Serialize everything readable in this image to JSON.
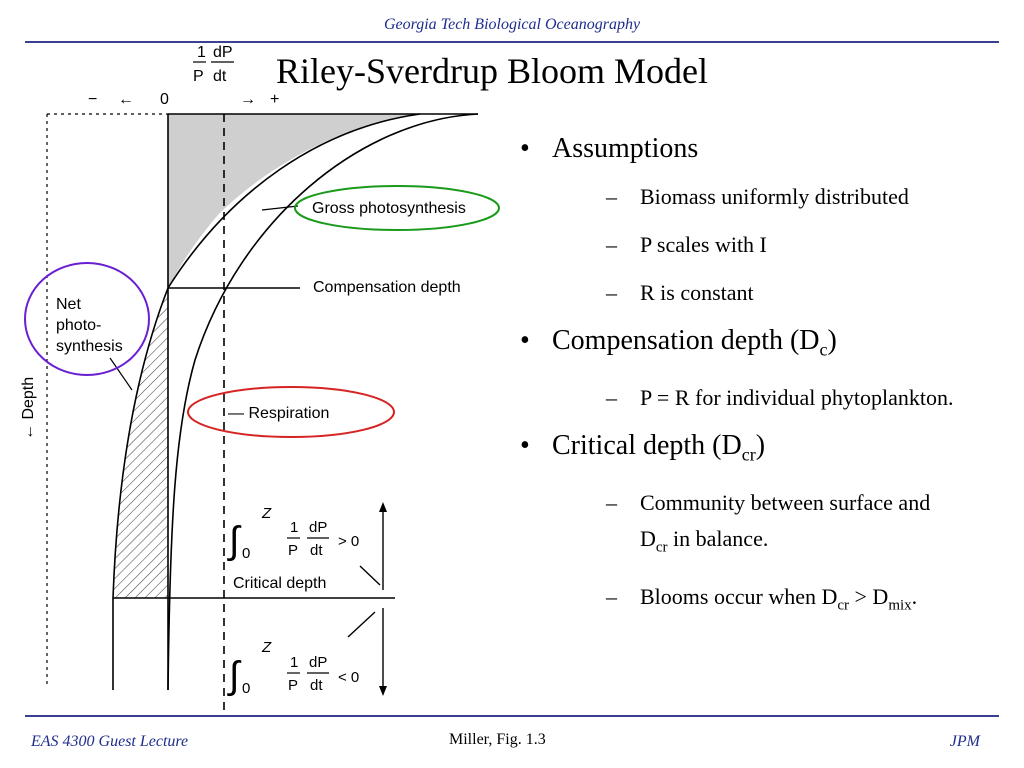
{
  "header": {
    "text": "Georgia Tech Biological Oceanography"
  },
  "title": "Riley-Sverdrup Bloom Model",
  "figure": {
    "rate_fraction_top": "1",
    "rate_fraction_bottom": "P",
    "rate_dP": "dP",
    "rate_dt": "dt",
    "axis_minus": "−",
    "axis_left_arrow": "←",
    "axis_zero": "0",
    "axis_right_arrow": "→",
    "axis_plus": "+",
    "depth_label": "← Depth",
    "gross_label": "Gross photosynthesis",
    "compensation_label": "Compensation depth",
    "net_label_1": "Net",
    "net_label_2": "photo-",
    "net_label_3": "synthesis",
    "respiration_label": "— Respiration",
    "critical_label": "Critical depth",
    "integral_upper": "Z",
    "integral_lower": "0",
    "integral_frac_1": "1",
    "integral_frac_P": "P",
    "integral_dP": "dP",
    "integral_dt": "dt",
    "integral_gt": "> 0",
    "integral_lt": "< 0",
    "colors": {
      "gross_oval": "#1a9a1a",
      "net_oval": "#6a1fd1",
      "resp_oval": "#d62424"
    }
  },
  "bullets": {
    "b1": "Assumptions",
    "b1_s1": "Biomass uniformly distributed",
    "b1_s2": "P scales with I",
    "b1_s3": "R is constant",
    "b2_main": "Compensation depth (D",
    "b2_sub": "c",
    "b2_close": ")",
    "b2_s1": "P = R for individual phytoplankton.",
    "b3_main": "Critical depth (D",
    "b3_sub": "cr",
    "b3_close": ")",
    "b3_s1_line1": "Community between surface and",
    "b3_s1_D": "D",
    "b3_s1_sub": "cr",
    "b3_s1_rest": " in balance.",
    "b3_s2_pre": "Blooms occur when D",
    "b3_s2_sub1": "cr",
    "b3_s2_mid": " > D",
    "b3_s2_sub2": "mix",
    "b3_s2_end": "."
  },
  "footer": {
    "left": "EAS 4300 Guest Lecture",
    "center": "Miller,  Fig. 1.3",
    "right": "JPM"
  }
}
